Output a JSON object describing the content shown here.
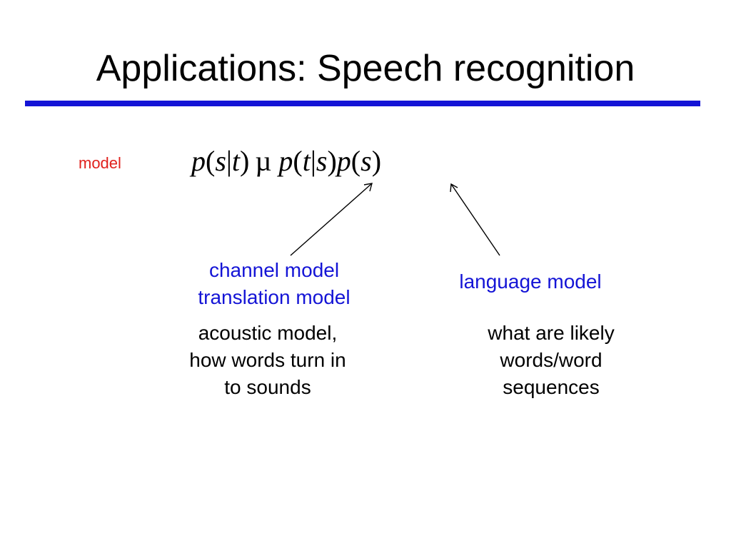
{
  "slide": {
    "title": "Applications: Speech recognition",
    "rule_color": "#1414d6",
    "model_label": "model",
    "model_label_color": "#e0201c",
    "formula": {
      "lhs": [
        "p",
        "(",
        "s",
        "|",
        "t",
        ")"
      ],
      "relation": "µ",
      "rhs_channel": [
        "p",
        "(",
        "t",
        "|",
        "s",
        ")"
      ],
      "rhs_language": [
        "p",
        "(",
        "s",
        ")"
      ]
    },
    "channel_block": {
      "lines": [
        "channel model",
        "translation model"
      ],
      "color": "#1414d6"
    },
    "channel_desc": {
      "lines": [
        "acoustic model,",
        "how words turn in",
        "to sounds"
      ]
    },
    "language_block": {
      "lines": [
        "language model"
      ],
      "color": "#1414d6"
    },
    "language_desc": {
      "lines": [
        "what are likely",
        "words/word",
        "sequences"
      ]
    }
  }
}
